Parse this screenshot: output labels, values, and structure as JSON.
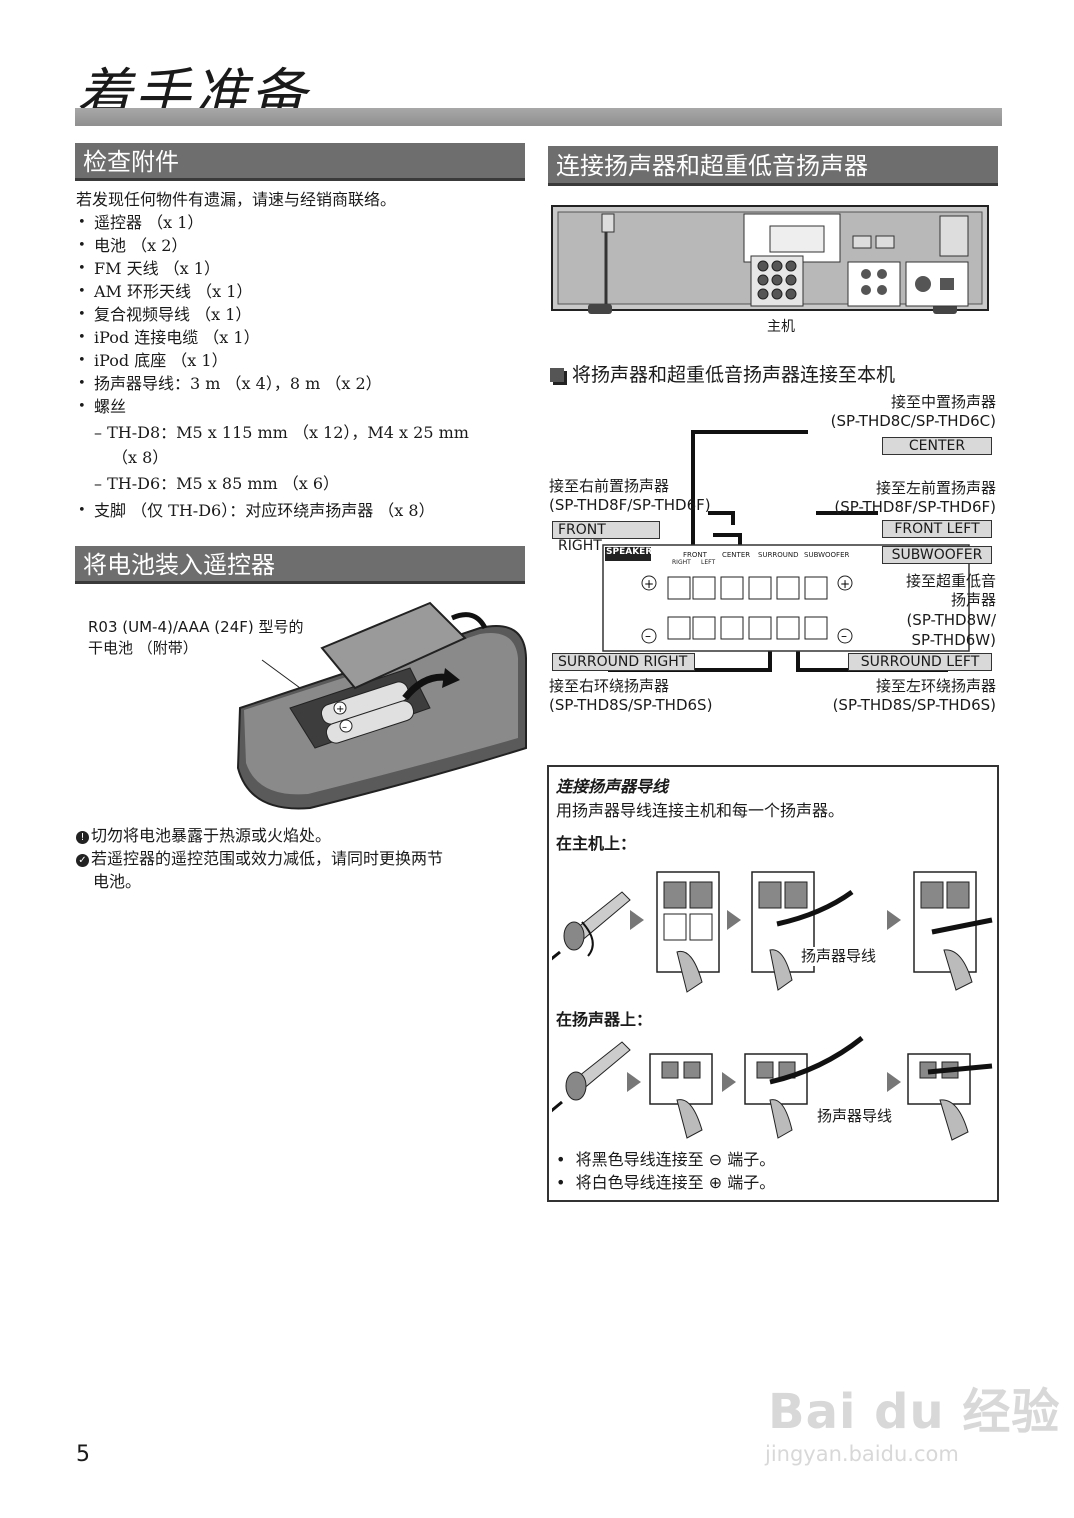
{
  "page": {
    "title": "着手准备",
    "number": "5"
  },
  "accessories": {
    "heading": "检查附件",
    "intro": "若发现任何物件有遗漏，请速与经销商联络。",
    "items": [
      "遥控器 （x 1）",
      "电池 （x 2）",
      "FM 天线 （x 1）",
      "AM 环形天线 （x 1）",
      "复合视频导线 （x 1）",
      "iPod 连接电缆 （x 1）",
      "iPod 底座 （x 1）",
      "扬声器导线：3 m （x 4），8 m （x 2）",
      "螺丝"
    ],
    "screw_d8_a": "– TH-D8：M5 x 115 mm （x 12），M4 x 25 mm",
    "screw_d8_b": "（x 8）",
    "screw_d6": "– TH-D6：M5 x 85 mm （x 6）",
    "feet": "支脚 （仅 TH-D6）：对应环绕声扬声器 （x 8）"
  },
  "battery": {
    "heading": "将电池装入遥控器",
    "caption_line1": "R03 (UM-4)/AAA (24F) 型号的",
    "caption_line2": "干电池 （附带）",
    "warn1": "切勿将电池暴露于热源或火焰处。",
    "warn2_line1": "若遥控器的遥控范围或效力减低，请同时更换两节",
    "warn2_line2": "电池。"
  },
  "speakers": {
    "heading": "连接扬声器和超重低音扬声器",
    "main_unit_label": "主机",
    "subheading": "将扬声器和超重低音扬声器连接至本机",
    "center_cn": "接至中置扬声器",
    "center_model": "(SP-THD8C/SP-THD6C)",
    "center_tag": "CENTER",
    "front_right_cn": "接至右前置扬声器",
    "front_right_model": "(SP-THD8F/SP-THD6F)",
    "front_right_tag": "FRONT RIGHT",
    "front_left_cn": "接至左前置扬声器",
    "front_left_model": "(SP-THD8F/SP-THD6F)",
    "front_left_tag": "FRONT LEFT",
    "subwoofer_tag": "SUBWOOFER",
    "subwoofer_cn1": "接至超重低音",
    "subwoofer_cn2": "扬声器",
    "subwoofer_model1": "(SP-THD8W/",
    "subwoofer_model2": "SP-THD6W)",
    "surround_right_tag": "SURROUND RIGHT",
    "surround_left_tag": "SURROUND LEFT",
    "surround_right_cn": "接至右环绕扬声器",
    "surround_right_model": "(SP-THD8S/SP-THD6S)",
    "surround_left_cn": "接至左环绕扬声器",
    "surround_left_model": "(SP-THD8S/SP-THD6S)",
    "panel_speakers": "SPEAKERS",
    "panel_front": "FRONT",
    "panel_right": "RIGHT",
    "panel_left": "LEFT",
    "panel_center": "CENTER",
    "panel_surround": "SURROUND",
    "panel_subwoofer": "SUBWOOFER"
  },
  "guide": {
    "title": "连接扬声器导线",
    "desc": "用扬声器导线连接主机和每一个扬声器。",
    "on_main": "在主机上：",
    "on_speaker": "在扬声器上：",
    "wire_label": "扬声器导线",
    "black_wire": "将黑色导线连接至 ⊖ 端子。",
    "white_wire": "将白色导线连接至 ⊕ 端子。"
  },
  "watermark": {
    "brand": "Bai du 经验",
    "url": "jingyan.baidu.com"
  }
}
